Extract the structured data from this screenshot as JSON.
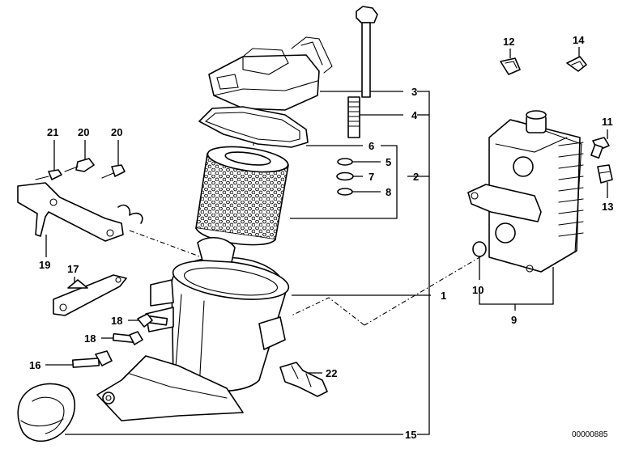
{
  "diagram": {
    "reference_number": "00000885",
    "callouts": {
      "c1": "1",
      "c2": "2",
      "c3": "3",
      "c4": "4",
      "c5": "5",
      "c6": "6",
      "c7": "7",
      "c8": "8",
      "c9": "9",
      "c10": "10",
      "c11": "11",
      "c12": "12",
      "c13": "13",
      "c14": "14",
      "c15": "15",
      "c16": "16",
      "c17": "17",
      "c18a": "18",
      "c18b": "18",
      "c19": "19",
      "c20a": "20",
      "c20b": "20",
      "c21": "21",
      "c22": "22"
    }
  }
}
